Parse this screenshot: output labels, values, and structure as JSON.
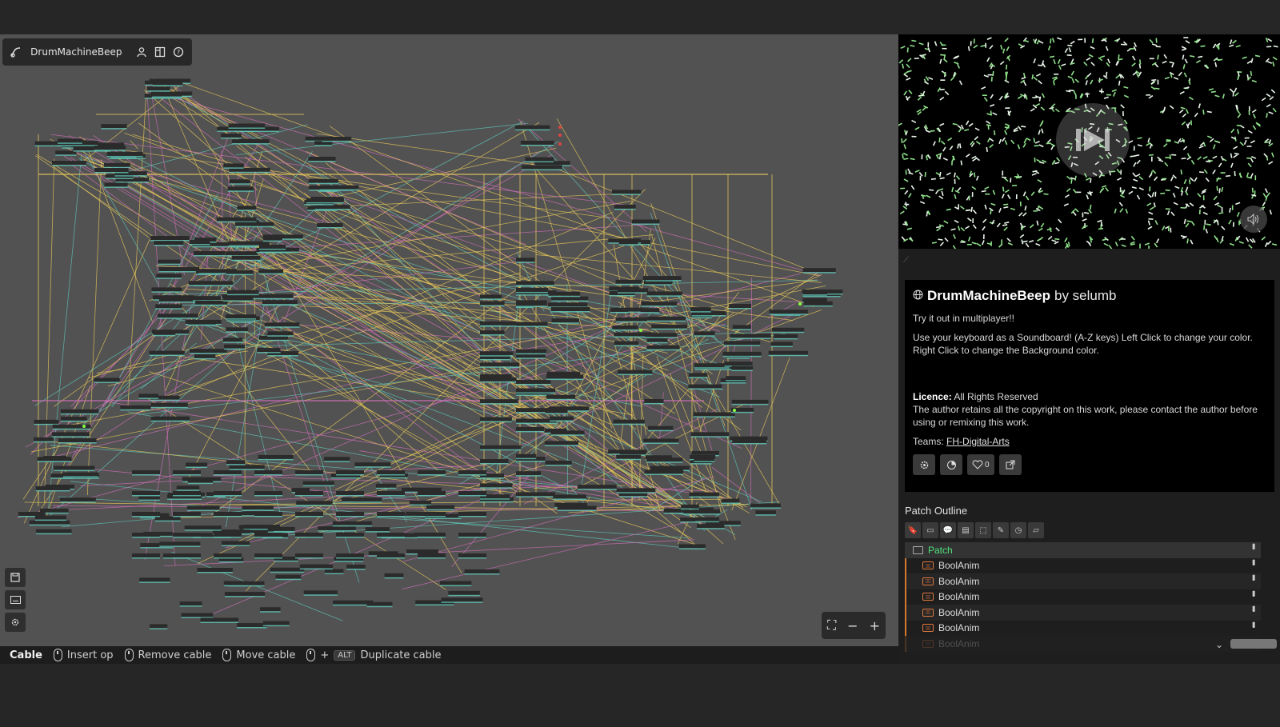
{
  "project": {
    "name": "DrumMachineBeep",
    "icons": [
      "cables-logo-icon",
      "user-icon",
      "layout-icon",
      "help-icon"
    ]
  },
  "canvas": {
    "left_tools": [
      "save-icon",
      "keyboard-icon",
      "settings-icon"
    ],
    "zoom_controls": {
      "fit": "⛶",
      "minus": "−",
      "plus": "+"
    }
  },
  "statusbar": {
    "mode": "Cable",
    "hints": [
      {
        "label": "Insert op",
        "key": ""
      },
      {
        "label": "Remove cable",
        "key": ""
      },
      {
        "label": "Move cable",
        "key": ""
      },
      {
        "label": "Duplicate cable",
        "key": "ALT"
      }
    ],
    "plus": "+"
  },
  "info": {
    "title": "DrumMachineBeep",
    "by": "by selumb",
    "line1": "Try it out in multiplayer!!",
    "line2": "Use your keyboard as a Soundboard! (A-Z keys) Left Click to change your color. Right Click to change the Background color.",
    "licence_label": "Licence:",
    "licence_value": "All Rights Reserved",
    "licence_text": "The author retains all the copyright on this work, please contact the author before using or remixing this work.",
    "teams_label": "Teams:",
    "teams_value": "FH-Digital-Arts",
    "like_count": "0"
  },
  "outline": {
    "title": "Patch Outline",
    "root": "Patch",
    "items": [
      "BoolAnim",
      "BoolAnim",
      "BoolAnim",
      "BoolAnim",
      "BoolAnim",
      "BoolAnim"
    ]
  },
  "colors": {
    "canvas_bg": "#525252",
    "cable_yellow": "#e8c85a",
    "cable_pink": "#d26fb9",
    "cable_teal": "#5fc7b8",
    "accent_green": "#4ee37a",
    "op_orange": "#d2792f"
  }
}
